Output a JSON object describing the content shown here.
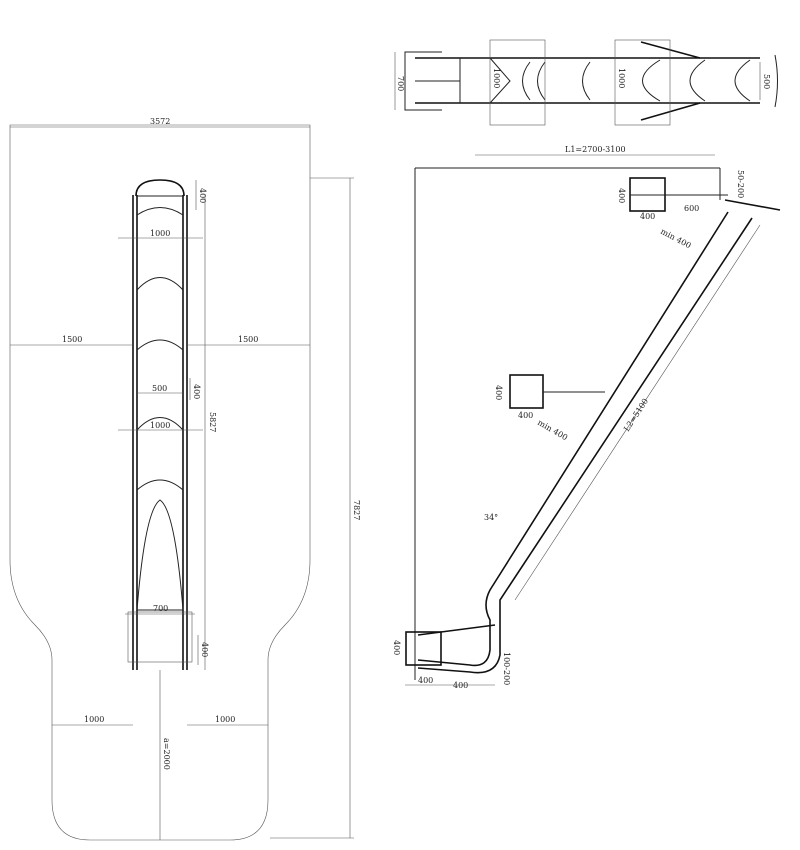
{
  "plan_view": {
    "labels": {
      "overall_width": "3572",
      "top_platform_depth": "400",
      "top_width": "1000",
      "left_clearance": "1500",
      "right_clearance": "1500",
      "mid_width": "500",
      "mid_depth": "400",
      "mid_width_outer": "1000",
      "slide_length": "5827",
      "total_length": "7827",
      "exit_width": "700",
      "exit_depth": "400",
      "exit_left": "1000",
      "exit_right": "1000",
      "runout": "a=2000"
    }
  },
  "top_view": {
    "labels": {
      "end_width": "700",
      "section_width_1": "1000",
      "section_width_2": "1000",
      "start_width": "500"
    }
  },
  "side_view": {
    "labels": {
      "horizontal_length": "L1=2700-3100",
      "top_offset": "50-200",
      "top_block_height": "400",
      "top_block_width": "400",
      "top_arm": "600",
      "top_min": "min 400",
      "slide_length": "L2=5100",
      "mid_block_height": "400",
      "mid_block_width": "400",
      "mid_min": "min 400",
      "angle": "34°",
      "base_height": "400",
      "base_width_1": "400",
      "base_width_2": "400",
      "exit_height": "100-200"
    }
  }
}
